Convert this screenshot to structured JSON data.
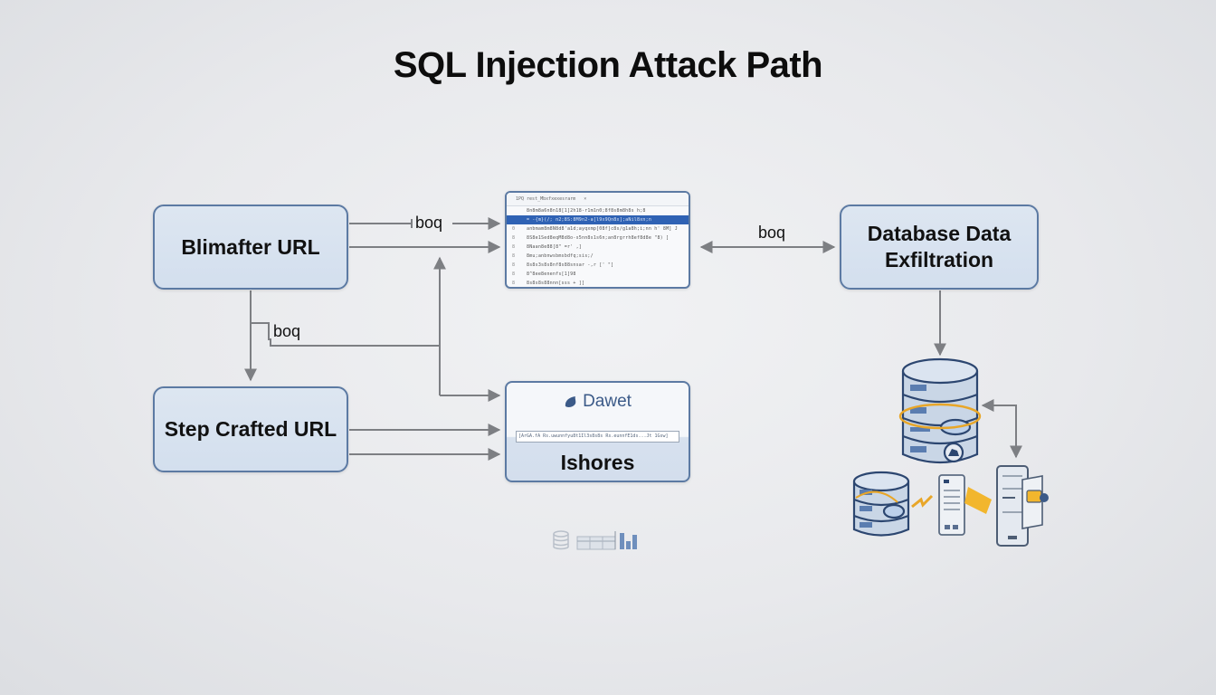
{
  "title": "SQL Injection Attack Path",
  "nodes": {
    "blimafter": {
      "label": "Blimafter URL"
    },
    "step_crafted": {
      "label": "Step Crafted URL"
    },
    "exfiltration": {
      "label_line1": "Database Data",
      "label_line2": "Exfiltration"
    },
    "code_window": {
      "tab_label": "1PQ rest_Mbxfxexesrarm",
      "lines": [
        {
          "ln": "",
          "text": "8n8m8a6n8n18[1]2h18-r1m1n0;8f8s8m8h8s h;8",
          "selected": false
        },
        {
          "ln": "",
          "text": "= -{m}(/; n2;8S:8M9n2-a[l9x9Qn8x];aNil8xn;n",
          "selected": true
        },
        {
          "ln": "0",
          "text": "anbmam8m8N8d8'a1d;ayqxmp[08f]c8s/g1a8h;i;nn h' 8M] J",
          "selected": false
        },
        {
          "ln": "8",
          "text": "8S8e1Sed8eqM8d8o-s5nn8s1s6n;an8rgrrh8ef8d8e \"8) ]",
          "selected": false
        },
        {
          "ln": "8",
          "text": "8Naan8e88[8\" =r' ,]",
          "selected": false
        },
        {
          "ln": "8",
          "text": "8mu;anbnwsbmsbdfq;sis;/",
          "selected": false
        },
        {
          "ln": "8",
          "text": "8s8s3s8s8nf8s88snsar -,r [' \"]",
          "selected": false
        },
        {
          "ln": "8",
          "text": "8^8ee8enenfs[1]98",
          "selected": false
        },
        {
          "ln": "8",
          "text": "8s8s8s88nnn[sss + ]]",
          "selected": false
        }
      ]
    },
    "web_panel": {
      "brand": "Dawet",
      "url_text": "[ArGA.fA Rs.uwunnfyu8t1Il3s8s8s Rs.eunnfE1ds...Jt 1Gsw]",
      "label": "Ishores"
    }
  },
  "edge_labels": {
    "top_arrow": "boq",
    "left_branch": "boq",
    "right_link": "boq"
  },
  "icons": {
    "toolbar": [
      "database-stack-icon",
      "table-icon",
      "bar-chart-icon"
    ],
    "illustration": [
      "database-main-icon",
      "database-small-icon",
      "mobile-form-icon",
      "lightning-icon",
      "key-icon",
      "phone-icon",
      "camera-icon"
    ]
  },
  "colors": {
    "node_border": "#5c7aa3",
    "node_fill": "#d8e3f0",
    "arrow": "#7d7f83",
    "accent_orange": "#e8a628",
    "selected_line": "#2f62b4",
    "brand_blue": "#3b5a88"
  }
}
